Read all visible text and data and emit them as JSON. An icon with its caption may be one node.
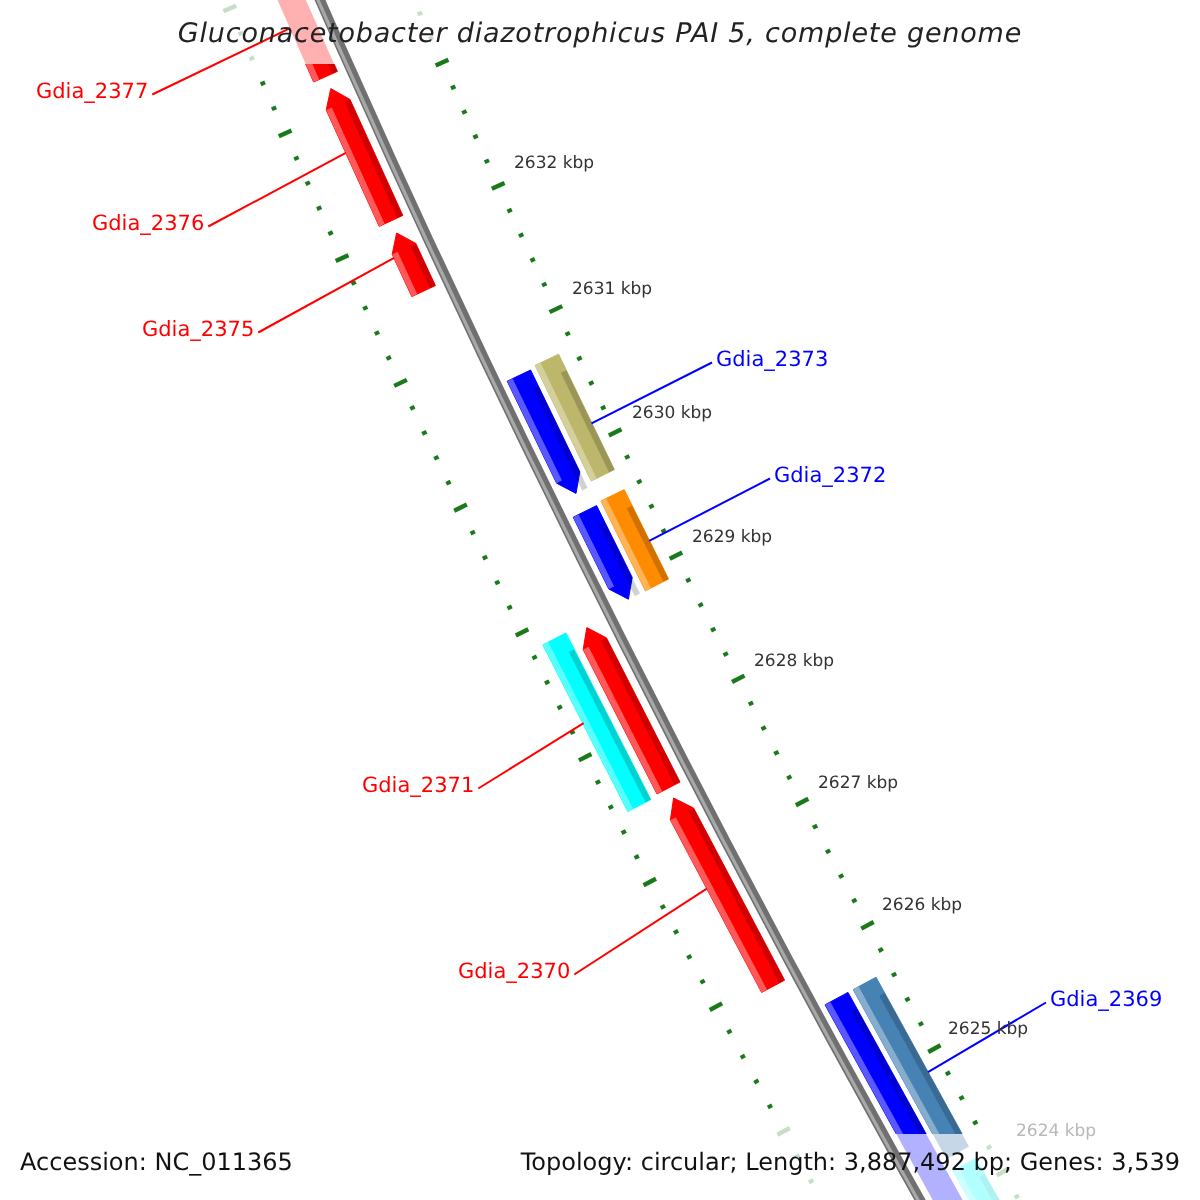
{
  "diagram": {
    "title": "Gluconacetobacter diazotrophicus PAI 5, complete genome",
    "nodes": [
      {
        "text": [
          "Gdia_2377"
        ]
      },
      {
        "text": [],
        "shape": "arrow"
      },
      {
        "text": [
          "Gdia_2376"
        ]
      },
      {
        "text": [],
        "shape": "arrow"
      },
      {
        "text": [
          "Gdia_2375"
        ]
      },
      {
        "text": [],
        "shape": "arrow"
      },
      {
        "text": [
          "Gdia_2373"
        ]
      },
      {
        "text": [],
        "shape": "bar"
      },
      {
        "text": [],
        "shape": "arrow"
      },
      {
        "text": [
          "Gdia_2372"
        ]
      },
      {
        "text": [],
        "shape": "bar"
      },
      {
        "text": [],
        "shape": "arrow"
      },
      {
        "text": [],
        "shape": "bar"
      },
      {
        "text": [],
        "shape": "arrow"
      },
      {
        "text": [
          "Gdia_2371"
        ]
      },
      {
        "text": [],
        "shape": "arrow"
      },
      {
        "text": [
          "Gdia_2370"
        ]
      },
      {
        "text": [
          "Gdia_2369"
        ]
      },
      {
        "text": [],
        "shape": "bar"
      },
      {
        "text": [],
        "shape": "arrow"
      },
      {
        "text": [],
        "shape": "bar"
      }
    ],
    "edges": [
      {
        "from": 0,
        "to": 1,
        "arrow": "none"
      },
      {
        "from": 2,
        "to": 3,
        "arrow": "none"
      },
      {
        "from": 4,
        "to": 5,
        "arrow": "none"
      },
      {
        "from": 6,
        "to": 7,
        "arrow": "none",
        "color": "#0000ff"
      },
      {
        "from": 9,
        "to": 10,
        "arrow": "none",
        "color": "#0000ff"
      },
      {
        "from": 14,
        "to": 12,
        "arrow": "none"
      },
      {
        "from": 16,
        "to": 15,
        "arrow": "none"
      },
      {
        "from": 17,
        "to": 18,
        "arrow": "none",
        "color": "#0000ff"
      }
    ],
    "labels": [
      "2632 kbp",
      "2631 kbp",
      "2630 kbp",
      "2629 kbp",
      "2628 kbp",
      "2627 kbp",
      "2626 kbp",
      "2625 kbp",
      "2624 kbp",
      "Accession: NC_011365",
      "Topology: circular; Length: 3,887,492 bp; Genes: 3,539"
    ]
  }
}
